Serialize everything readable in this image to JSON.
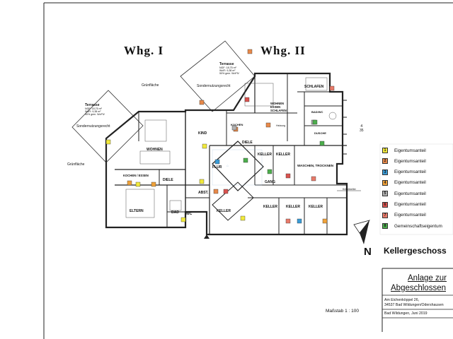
{
  "apartments": {
    "whg1": "Whg. I",
    "whg2": "Whg. II"
  },
  "rooms": {
    "terrasse_left": "Terrasse",
    "terrasse_left_area": "NGF: 18,75 m²\nWoFl: 9,38 m²\n50% gem. WoFlV",
    "sondernutzung_left": "Sondernutzungsrecht",
    "gruenflaeche_top": "Grünfläche",
    "gruenflaeche_left": "Grünfläche",
    "terrasse_right": "Terrasse",
    "terrasse_right_area": "NGF: 18,75 m²\nWoFl: 9,38 m²\n50% gem. WoFlV",
    "sondernutzung_right": "Sondernutzungsrecht",
    "wohnen_left": "WOHNEN",
    "kind": "KIND",
    "kochen_left": "KOCHEN / ESSEN",
    "diele_left": "DIELE",
    "eltern": "ELTERN",
    "bad": "BAD",
    "wc": "WC",
    "abst": "ABST.",
    "flur": "FLUR",
    "diele_mid": "DIELE",
    "keller_1": "KELLER",
    "keller_2": "KELLER",
    "keller_3": "KELLER",
    "keller_4": "KELLER",
    "keller_5": "KELLER",
    "keller_6": "KELLER",
    "gang": "GANG",
    "waschen": "WASCHEN, TROCKNEN",
    "schlafen": "SCHLAFEN",
    "wohnen_schlafen": "WOHNEN\nESSEN\nSCHLAFEN",
    "kochen_right": "KOCHEN",
    "dusche": "DUSCHE",
    "bad_right": "BAD/WC",
    "heizung": "Heizung",
    "kriechkeller": "Kriechkeller"
  },
  "legend": [
    {
      "marker": "1",
      "label": "Eigentumsanteil",
      "color": "#f2ea3c"
    },
    {
      "marker": "2",
      "label": "Eigentumsanteil",
      "color": "#e8894a"
    },
    {
      "marker": "3",
      "label": "Eigentumsanteil",
      "color": "#3a9bd6"
    },
    {
      "marker": "4",
      "label": "Eigentumsanteil",
      "color": "#f0a23a"
    },
    {
      "marker": "5",
      "label": "Eigentumsanteil",
      "color": "#b0b0b0"
    },
    {
      "marker": "6",
      "label": "Eigentumsanteil",
      "color": "#d9534f"
    },
    {
      "marker": "7",
      "label": "Eigentumsanteil",
      "color": "#e87a6a"
    },
    {
      "marker": "8",
      "label": "Gemeinschaftseigentum",
      "color": "#4cae4c"
    }
  ],
  "floor_title": "Kellergeschoss",
  "north": "N",
  "scale": "Maßstab 1 : 100",
  "anlage_line1": "Anlage zur",
  "anlage_line2": "Abgeschlossen",
  "address_line1": "Am Eichenköppel 26,",
  "address_line2": "34537 Bad Wildungen/Odershausen",
  "date_line": "Bad Wildungen, Juni 2019",
  "side_marker": "4\n35",
  "colors": {
    "line": "#222222",
    "hatch": "#666666",
    "watermark": "#8fb4d6"
  }
}
